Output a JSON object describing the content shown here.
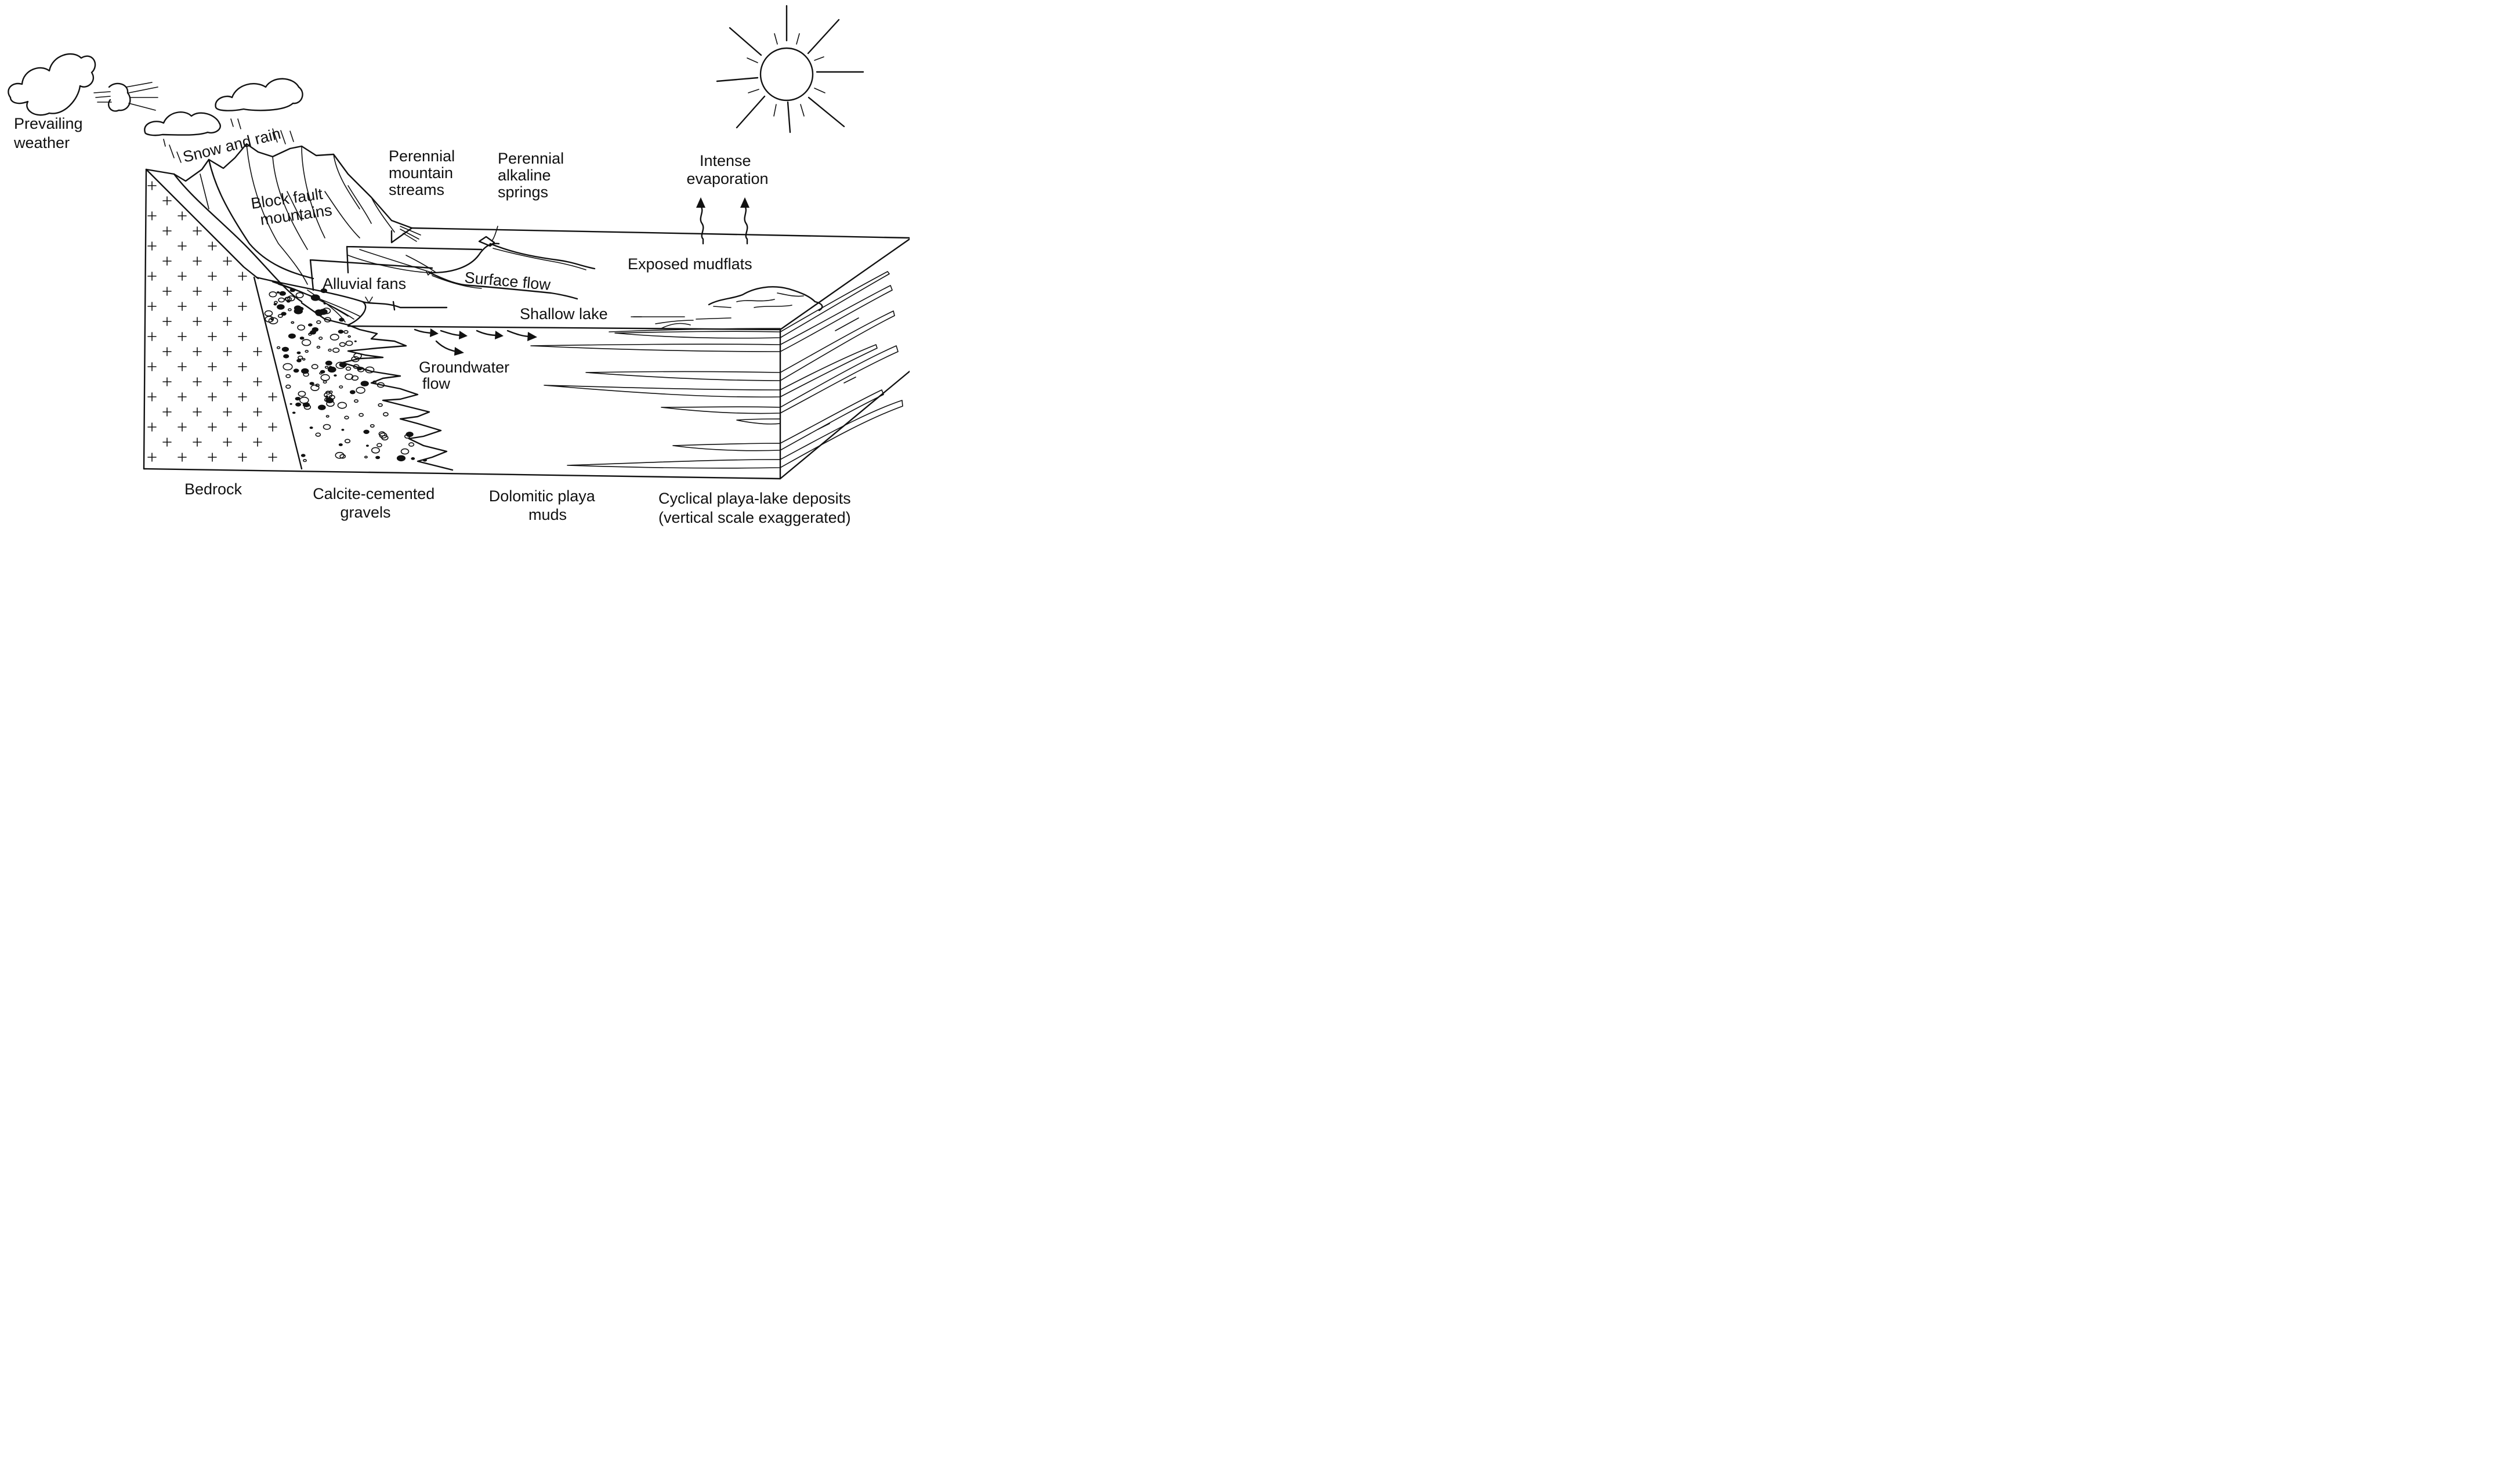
{
  "labels": {
    "prevailing_weather": [
      "Prevailing",
      "weather"
    ],
    "snow_and_rain": "Snow and rain",
    "block_fault_mountains": [
      "Block fault",
      "mountains"
    ],
    "perennial_mountain_streams": [
      "Perennial",
      "mountain",
      "streams"
    ],
    "perennial_alkaline_springs": [
      "Perennial",
      "alkaline",
      "springs"
    ],
    "intense_evaporation": [
      "Intense",
      "evaporation"
    ],
    "exposed_mudflats": "Exposed mudflats",
    "alluvial_fans": "Alluvial fans",
    "surface_flow": "Surface flow",
    "shallow_lake": "Shallow lake",
    "groundwater_flow": [
      "Groundwater",
      "flow"
    ],
    "bedrock": "Bedrock",
    "calcite_cemented_gravels": [
      "Calcite-cemented",
      "gravels"
    ],
    "dolomitic_playa_muds": [
      "Dolomitic playa",
      "muds"
    ],
    "cyclical_playa_lake_deposits": [
      "Cyclical playa-lake deposits",
      "(vertical scale exaggerated)"
    ]
  },
  "icons": [
    "cloud-icon",
    "wind-icon",
    "sun-icon",
    "up-arrow-icon",
    "arrow-icon"
  ],
  "colors": {
    "ink": "#111111",
    "paper": "#ffffff"
  }
}
